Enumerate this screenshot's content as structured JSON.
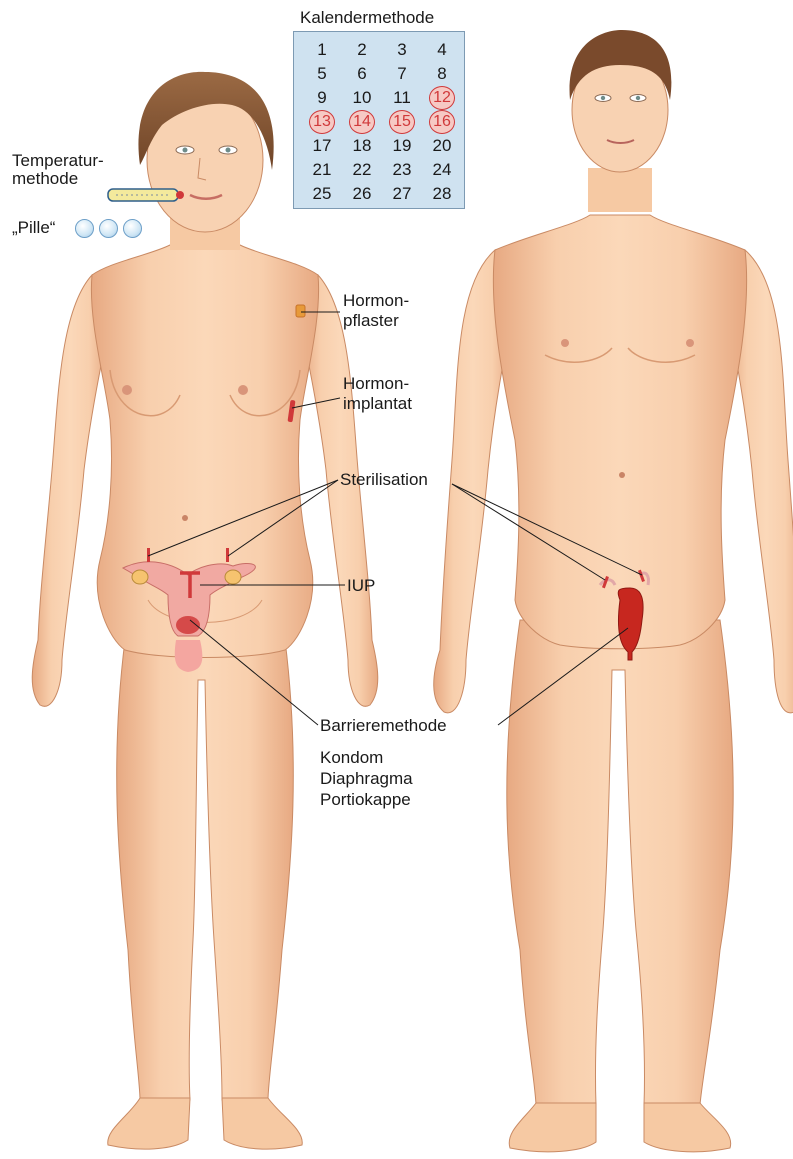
{
  "calendar": {
    "title": "Kalendermethode",
    "days": [
      1,
      2,
      3,
      4,
      5,
      6,
      7,
      8,
      9,
      10,
      11,
      12,
      13,
      14,
      15,
      16,
      17,
      18,
      19,
      20,
      21,
      22,
      23,
      24,
      25,
      26,
      27,
      28
    ],
    "marked_days": [
      12,
      13,
      14,
      15,
      16
    ]
  },
  "labels": {
    "temperature_line1": "Temperatur-",
    "temperature_line2": "methode",
    "pill": "„Pille“",
    "hormone_patch_line1": "Hormon-",
    "hormone_patch_line2": "pflaster",
    "hormone_implant_line1": "Hormon-",
    "hormone_implant_line2": "implantat",
    "sterilisation": "Sterilisation",
    "iud": "IUP",
    "barrier": "Barrieremethode",
    "barrier_items": [
      "Kondom",
      "Diaphragma",
      "Portiokappe"
    ]
  },
  "colors": {
    "skin": "#f6c9a3",
    "skin_shadow": "#e3a47c",
    "hair_female": "#8a5a36",
    "hair_male": "#7a4a2c",
    "accent_red": "#d0393a",
    "calendar_bg": "#cfe2f0",
    "pill_blue": "#cfe6f5"
  }
}
